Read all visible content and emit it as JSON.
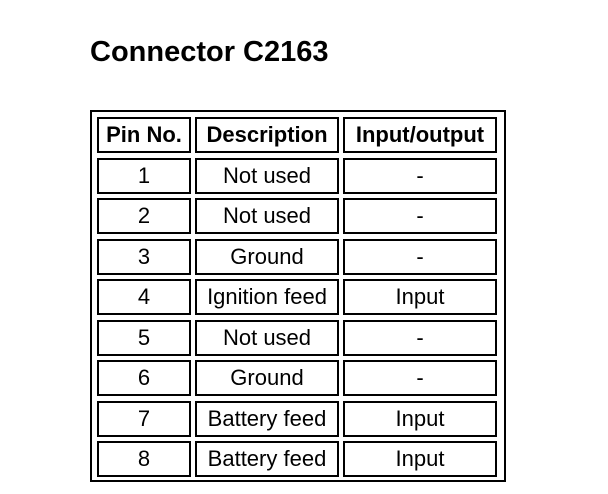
{
  "title": "Connector C2163",
  "table": {
    "headers": [
      "Pin No.",
      "Description",
      "Input/output"
    ],
    "rows": [
      [
        "1",
        "Not used",
        "-"
      ],
      [
        "2",
        "Not used",
        "-"
      ],
      [
        "3",
        "Ground",
        "-"
      ],
      [
        "4",
        "Ignition feed",
        "Input"
      ],
      [
        "5",
        "Not used",
        "-"
      ],
      [
        "6",
        "Ground",
        "-"
      ],
      [
        "7",
        "Battery feed",
        "Input"
      ],
      [
        "8",
        "Battery feed",
        "Input"
      ]
    ]
  }
}
